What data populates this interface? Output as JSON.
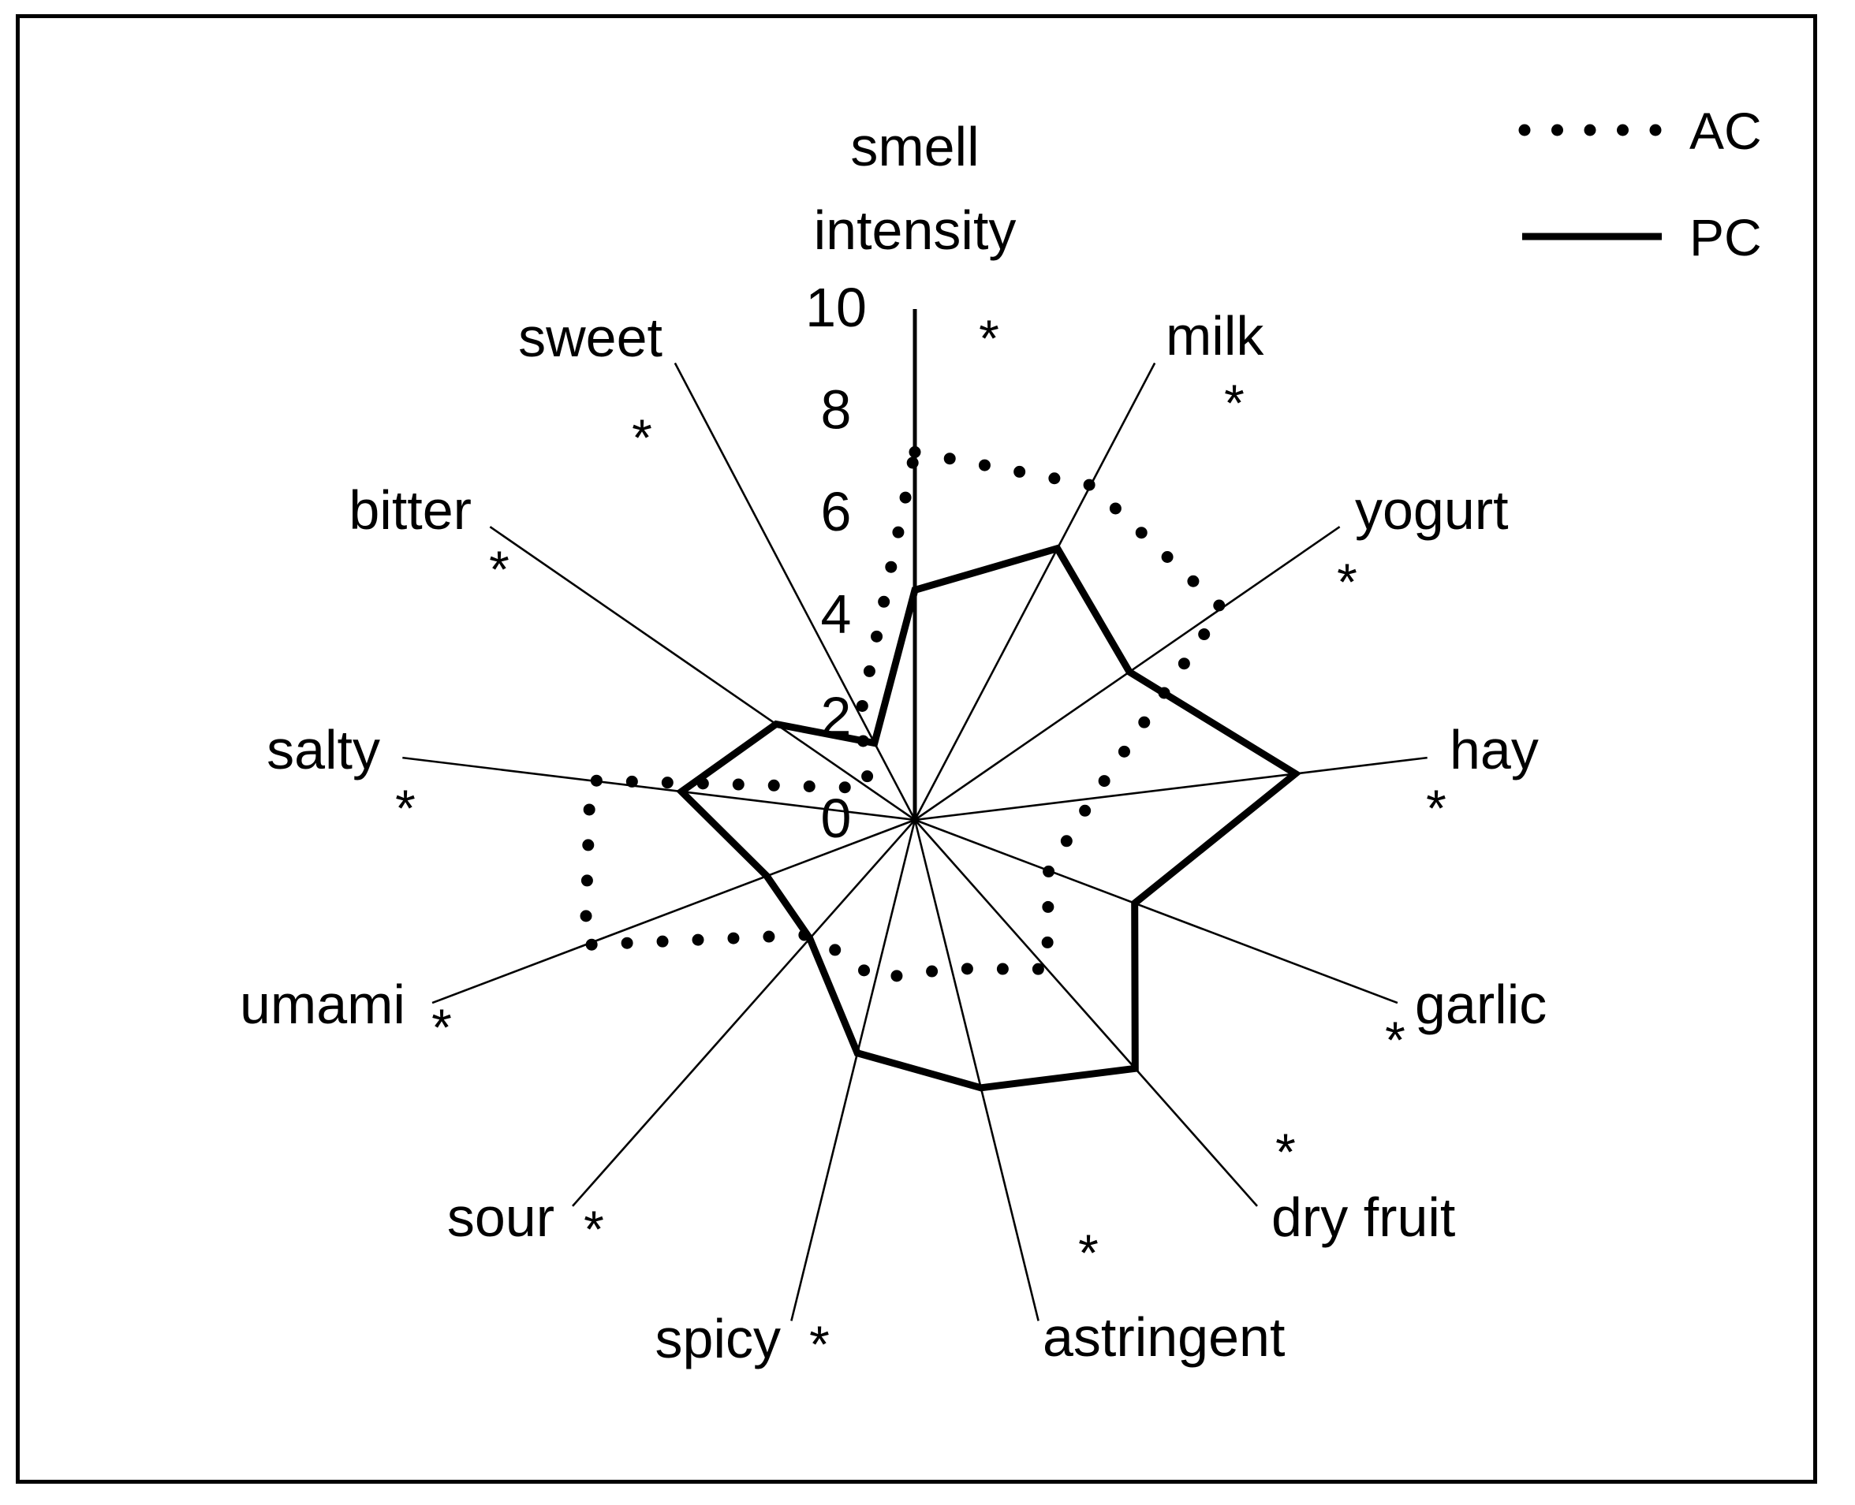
{
  "chart_data": {
    "type": "radar",
    "axes": [
      "smell intensity",
      "milk",
      "yogurt",
      "hay",
      "garlic",
      "dry fruit",
      "astringent",
      "spicy",
      "sour",
      "umami",
      "salty",
      "bitter",
      "sweet"
    ],
    "axis_label_lines": [
      [
        "smell",
        "intensity"
      ],
      [
        "milk"
      ],
      [
        "yogurt"
      ],
      [
        "hay"
      ],
      [
        "garlic"
      ],
      [
        "dry fruit"
      ],
      [
        "astringent"
      ],
      [
        "spicy"
      ],
      [
        "sour"
      ],
      [
        "umami"
      ],
      [
        "salty"
      ],
      [
        "bitter"
      ],
      [
        "sweet"
      ]
    ],
    "significance_marker": "*",
    "significant": [
      true,
      true,
      true,
      true,
      true,
      true,
      true,
      true,
      true,
      true,
      true,
      true,
      true
    ],
    "rlim": [
      0,
      10
    ],
    "ticks": [
      "0",
      "2",
      "4",
      "6",
      "8",
      "10"
    ],
    "series": [
      {
        "name": "AC",
        "style": "dotted",
        "values": [
          7.2,
          7.4,
          7.3,
          3.5,
          2.8,
          3.9,
          3.0,
          3.2,
          3.0,
          6.9,
          6.4,
          1.1,
          2.3
        ]
      },
      {
        "name": "PC",
        "style": "solid",
        "values": [
          4.5,
          6.0,
          5.1,
          7.5,
          4.6,
          6.5,
          5.4,
          4.7,
          3.1,
          3.1,
          4.6,
          3.3,
          1.7
        ]
      }
    ],
    "legend_position": "top-right",
    "grid": false,
    "colors": {
      "lines": "#000000",
      "background": "#ffffff"
    }
  }
}
